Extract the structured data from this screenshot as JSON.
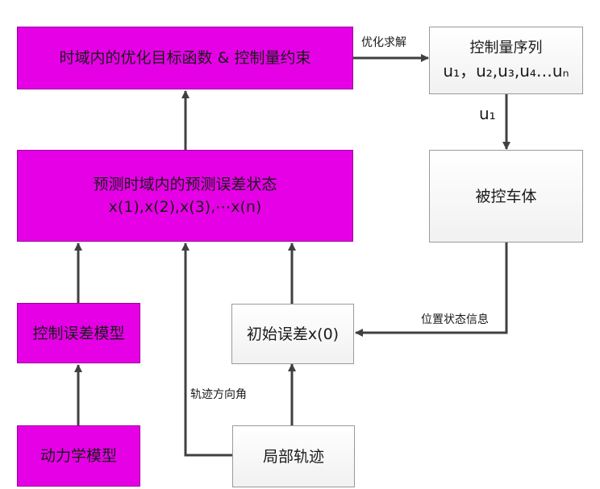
{
  "nodes": {
    "objective": {
      "label": "时域内的优化目标函数 & 控制量约束"
    },
    "prediction": {
      "line1": "预测时域内的预测误差状态",
      "line2": "x(1),x(2),x(3),⋯x(n)"
    },
    "control_model": {
      "label": "控制误差模型"
    },
    "dynamics_model": {
      "label": "动力学模型"
    },
    "control_seq": {
      "title": "控制量序列",
      "seq": "u₁，u₂,u₃,u₄…uₙ"
    },
    "vehicle": {
      "label": "被控车体"
    },
    "initial_error": {
      "label": "初始误差x(0)"
    },
    "local_traj": {
      "label": "局部轨迹"
    }
  },
  "edges": {
    "optimize": "优化求解",
    "u1": "u₁",
    "position_state": "位置状态信息",
    "heading": "轨迹方向角"
  },
  "colors": {
    "magenta": "#e600e6",
    "arrow": "#404040"
  }
}
